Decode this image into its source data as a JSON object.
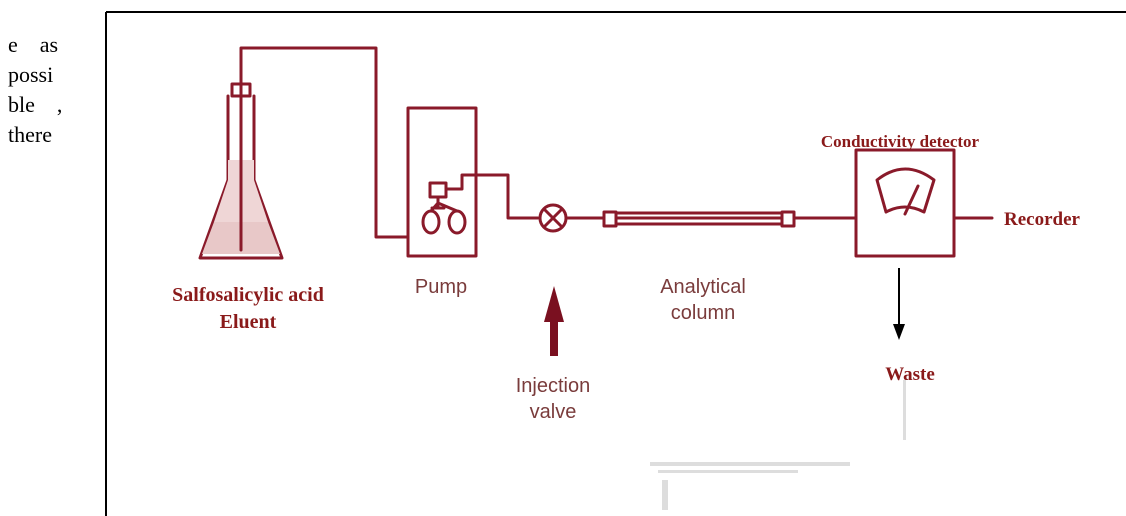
{
  "side_text": [
    "e    as",
    "possi",
    "ble    ,",
    "there"
  ],
  "labels": {
    "eluent_line1": "Salfosalicylic acid",
    "eluent_line2": "Eluent",
    "pump": "Pump",
    "injection_line1": "Injection",
    "injection_line2": "valve",
    "column_line1": "Analytical",
    "column_line2": "column",
    "detector": "Conductivity detector",
    "recorder": "Recorder",
    "waste": "Waste"
  },
  "colors": {
    "line": "#8a1a2a",
    "label_dark": "#8a1a1a",
    "label_gray": "#7a3c3c",
    "arrow": "#7a1020"
  }
}
